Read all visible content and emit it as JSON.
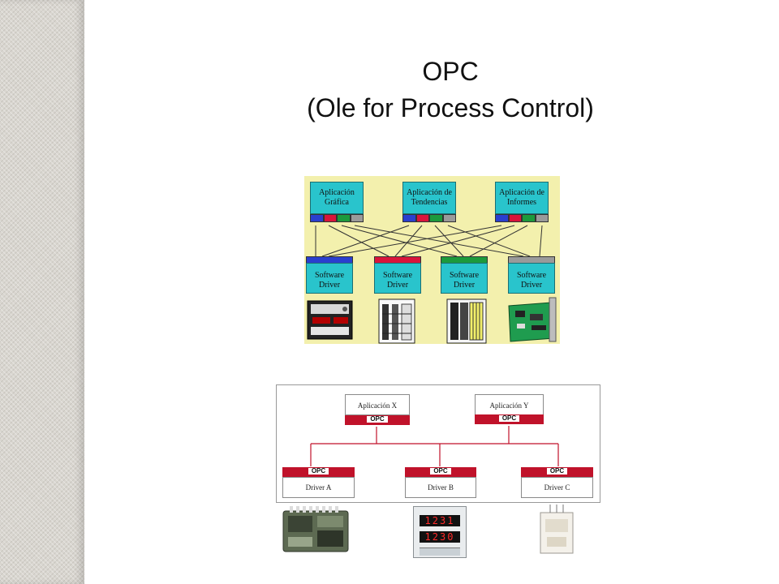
{
  "title": {
    "line1": "OPC",
    "line2": "(Ole for Process Control)"
  },
  "diagram1": {
    "applications": [
      "Aplicación Gráfica",
      "Aplicación de Tendencias",
      "Aplicación de Informes"
    ],
    "drivers": [
      "Software Driver",
      "Software Driver",
      "Software Driver",
      "Software Driver"
    ],
    "colors": {
      "background": "#f3f0ad",
      "box": "#29c4cc",
      "blue": "#2a3fcf",
      "red": "#d9143b",
      "green": "#1c9a3c",
      "gray": "#9a9a9a"
    }
  },
  "diagram2": {
    "applications": [
      "Aplicación X",
      "Aplicación Y"
    ],
    "opc_label": "OPC",
    "drivers": [
      "Driver A",
      "Driver B",
      "Driver C"
    ],
    "display_top": "1231",
    "display_bottom": "1230",
    "colors": {
      "accent": "#c0122a"
    }
  }
}
